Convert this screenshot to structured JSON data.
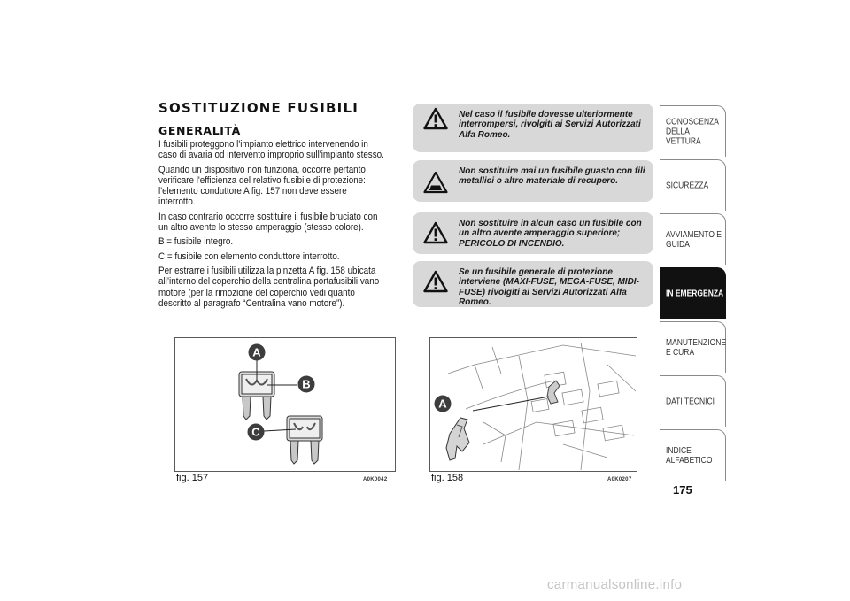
{
  "section": {
    "title": "SOSTITUZIONE FUSIBILI",
    "subtitle": "GENERALITÀ",
    "paragraphs": [
      "I fusibili proteggono l'impianto elettrico intervenendo in caso di avaria od intervento improprio sull'impianto stesso.",
      "Quando un dispositivo non funziona, occorre pertanto verificare l'efficienza del relativo fusibile di protezione: l'elemento conduttore A fig. 157 non deve essere interrotto.",
      "In caso contrario occorre sostituire il fusibile bruciato con un altro avente lo stesso amperaggio (stesso colore).",
      "B = fusibile integro.",
      "C = fusibile con elemento conduttore interrotto.",
      "Per estrarre i fusibili utilizza la pinzetta A fig. 158 ubicata all’interno del coperchio della centralina portafusibili vano motore (per la rimozione del coperchio vedi quanto descritto al paragrafo “Centralina vano motore”)."
    ]
  },
  "warnings": [
    {
      "icon": "warning-triangle-icon",
      "text": "Nel caso il fusibile dovesse ulteriormente interrompersi, rivolgiti ai Servizi Autorizzati Alfa Romeo."
    },
    {
      "icon": "car-hazard-icon",
      "text": "Non sostituire mai un fusibile guasto con fili metallici o altro materiale di recupero."
    },
    {
      "icon": "warning-triangle-icon",
      "text": "Non sostituire in alcun caso un fusibile con un altro avente amperaggio superiore; PERICOLO DI INCENDIO."
    },
    {
      "icon": "warning-triangle-icon",
      "text": "Se un fusibile generale di protezione interviene (MAXI-FUSE, MEGA-FUSE, MIDI-FUSE) rivolgiti ai Servizi Autorizzati Alfa Romeo."
    }
  ],
  "figures": [
    {
      "caption": "fig. 157",
      "code": "A0K0042",
      "labels": [
        "A",
        "B",
        "C"
      ]
    },
    {
      "caption": "fig. 158",
      "code": "A0K0207",
      "labels": [
        "A"
      ]
    }
  ],
  "tabs": [
    {
      "label": "CONOSCENZA DELLA VETTURA",
      "active": false
    },
    {
      "label": "SICUREZZA",
      "active": false
    },
    {
      "label": "AVVIAMENTO E GUIDA",
      "active": false
    },
    {
      "label": "IN EMERGENZA",
      "active": true
    },
    {
      "label": "MANUTENZIONE E CURA",
      "active": false
    },
    {
      "label": "DATI TECNICI",
      "active": false
    },
    {
      "label": "INDICE ALFABETICO",
      "active": false
    }
  ],
  "page_number": "175",
  "watermark": "carmanualsonline.info"
}
